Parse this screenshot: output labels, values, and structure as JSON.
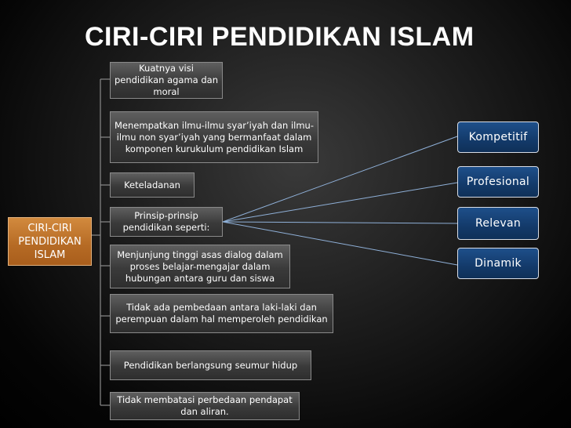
{
  "title": "CIRI-CIRI PENDIDIKAN  ISLAM",
  "root": {
    "label": "CIRI-CIRI PENDIDIKAN ISLAM"
  },
  "items": [
    {
      "label": "Kuatnya visi pendidikan agama dan moral"
    },
    {
      "label": "Menempatkan ilmu-ilmu syar’iyah dan ilmu-ilmu non syar’iyah yang bermanfaat dalam komponen kurukulum pendidikan Islam"
    },
    {
      "label": "Keteladanan"
    },
    {
      "label": "Prinsip-prinsip pendidikan seperti:"
    },
    {
      "label": "Menjunjung tinggi asas dialog dalam proses belajar-mengajar dalam hubungan antara guru dan siswa"
    },
    {
      "label": "Tidak ada pembedaan antara laki-laki dan perempuan dalam hal memperoleh pendidikan"
    },
    {
      "label": "Pendidikan berlangsung seumur hidup"
    },
    {
      "label": "Tidak membatasi perbedaan pendapat dan aliran."
    }
  ],
  "principles": [
    {
      "label": "Kompetitif"
    },
    {
      "label": "Profesional"
    },
    {
      "label": "Relevan"
    },
    {
      "label": "Dinamik"
    }
  ],
  "colors": {
    "root": "#b56a24",
    "item": "#3a3a3a",
    "principle": "#133a6a",
    "connector": "#8fb0d8"
  }
}
